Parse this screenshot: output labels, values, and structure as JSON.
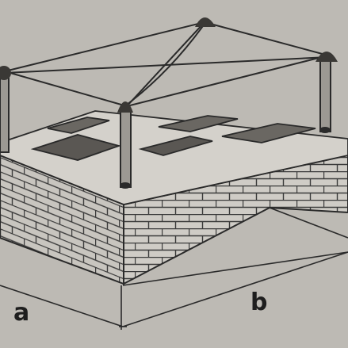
{
  "labels": {
    "a": "a",
    "b": "b"
  },
  "colors": {
    "background": "#bdbab4",
    "ink": "#2a2a2a",
    "brick_face": "#cfccc6",
    "shadow": "#5a5753"
  },
  "components": [
    "brick-wall-left",
    "brick-wall-front",
    "corner-stake",
    "string-line",
    "dimension-line-a",
    "dimension-line-b"
  ]
}
